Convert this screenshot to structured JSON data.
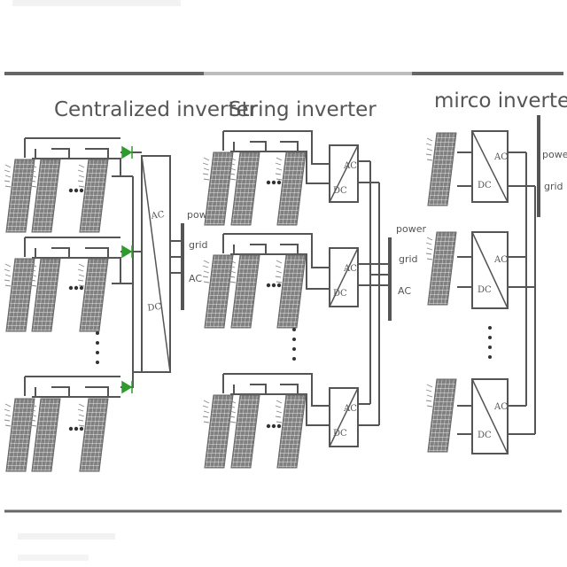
{
  "sections": [
    {
      "title": "Centralized inverter"
    },
    {
      "title": "String inverter"
    },
    {
      "title": "mirco inverter"
    }
  ],
  "labels": {
    "power": "power",
    "grid": "grid",
    "ac": "AC",
    "dc": "DC"
  },
  "colors": {
    "line": "#555555",
    "panel_fill": "#808080",
    "panel_grid": "#e8e8e8",
    "diode": "#2e9b2e",
    "rule": "#666666"
  },
  "icons": [
    "solar-panel-icon",
    "inverter-icon",
    "diode-icon",
    "ellipsis-dots-icon"
  ]
}
